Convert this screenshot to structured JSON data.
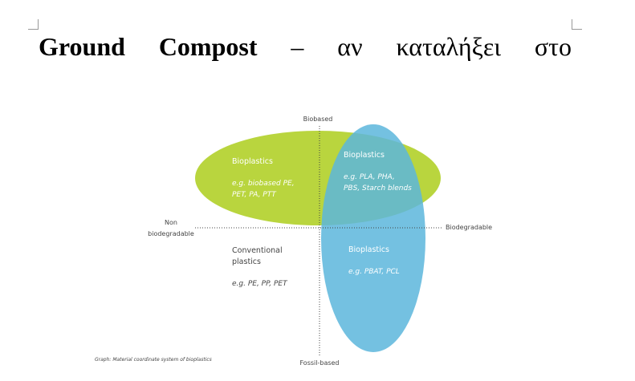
{
  "title": {
    "words": [
      "Ground",
      "Compost",
      "–",
      "αν",
      "καταλήξει",
      "στο"
    ]
  },
  "diagram": {
    "axis_top": "Biobased",
    "axis_bottom": "Fossil-based",
    "axis_left_1": "Non",
    "axis_left_2": "biodegradable",
    "axis_right": "Biodegradable",
    "q1_title": "Bioplastics",
    "q1_ex1": "e.g. biobased PE,",
    "q1_ex2": "PET, PA, PTT",
    "q2_title": "Bioplastics",
    "q2_ex1": "e.g. PLA, PHA,",
    "q2_ex2": "PBS, Starch blends",
    "q3_title1": "Conventional",
    "q3_title2": "plastics",
    "q3_ex": "e.g. PE, PP, PET",
    "q4_title": "Bioplastics",
    "q4_ex": "e.g. PBAT, PCL",
    "caption": "Graph: Material coordinate system of bioplastics",
    "colors": {
      "green": "#b5d334",
      "blue": "#5cb6dc"
    }
  }
}
